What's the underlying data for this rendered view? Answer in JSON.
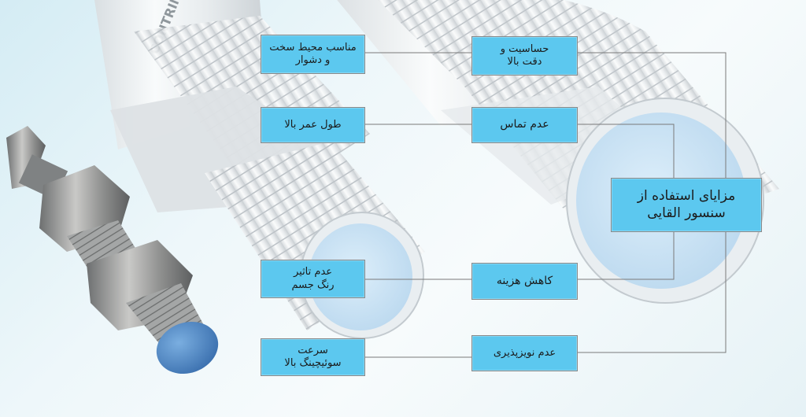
{
  "diagram": {
    "main": {
      "text": "مزایای استفاده از\nسنسور القایی"
    },
    "features": [
      {
        "text": "مناسب محیط سخت\nو دشوار"
      },
      {
        "text": "حساسیت و\nدقت بالا"
      },
      {
        "text": "طول عمر بالا"
      },
      {
        "text": "عدم تماس"
      },
      {
        "text": "عدم تاثیر\nرنگ جسم"
      },
      {
        "text": "کاهش هزینه"
      },
      {
        "text": "سرعت\nسوئیچینگ بالا"
      },
      {
        "text": "عدم نویزپذیری"
      }
    ]
  },
  "image": {
    "brand_text": "CONTRINEX",
    "colors": {
      "box_fill": "#5cc8ef",
      "box_border": "#8a8a8a",
      "sensor_face": "#cfe6f6",
      "small_sensor_cap": "#4f86c4",
      "connector_line": "#7a7a7a"
    }
  }
}
